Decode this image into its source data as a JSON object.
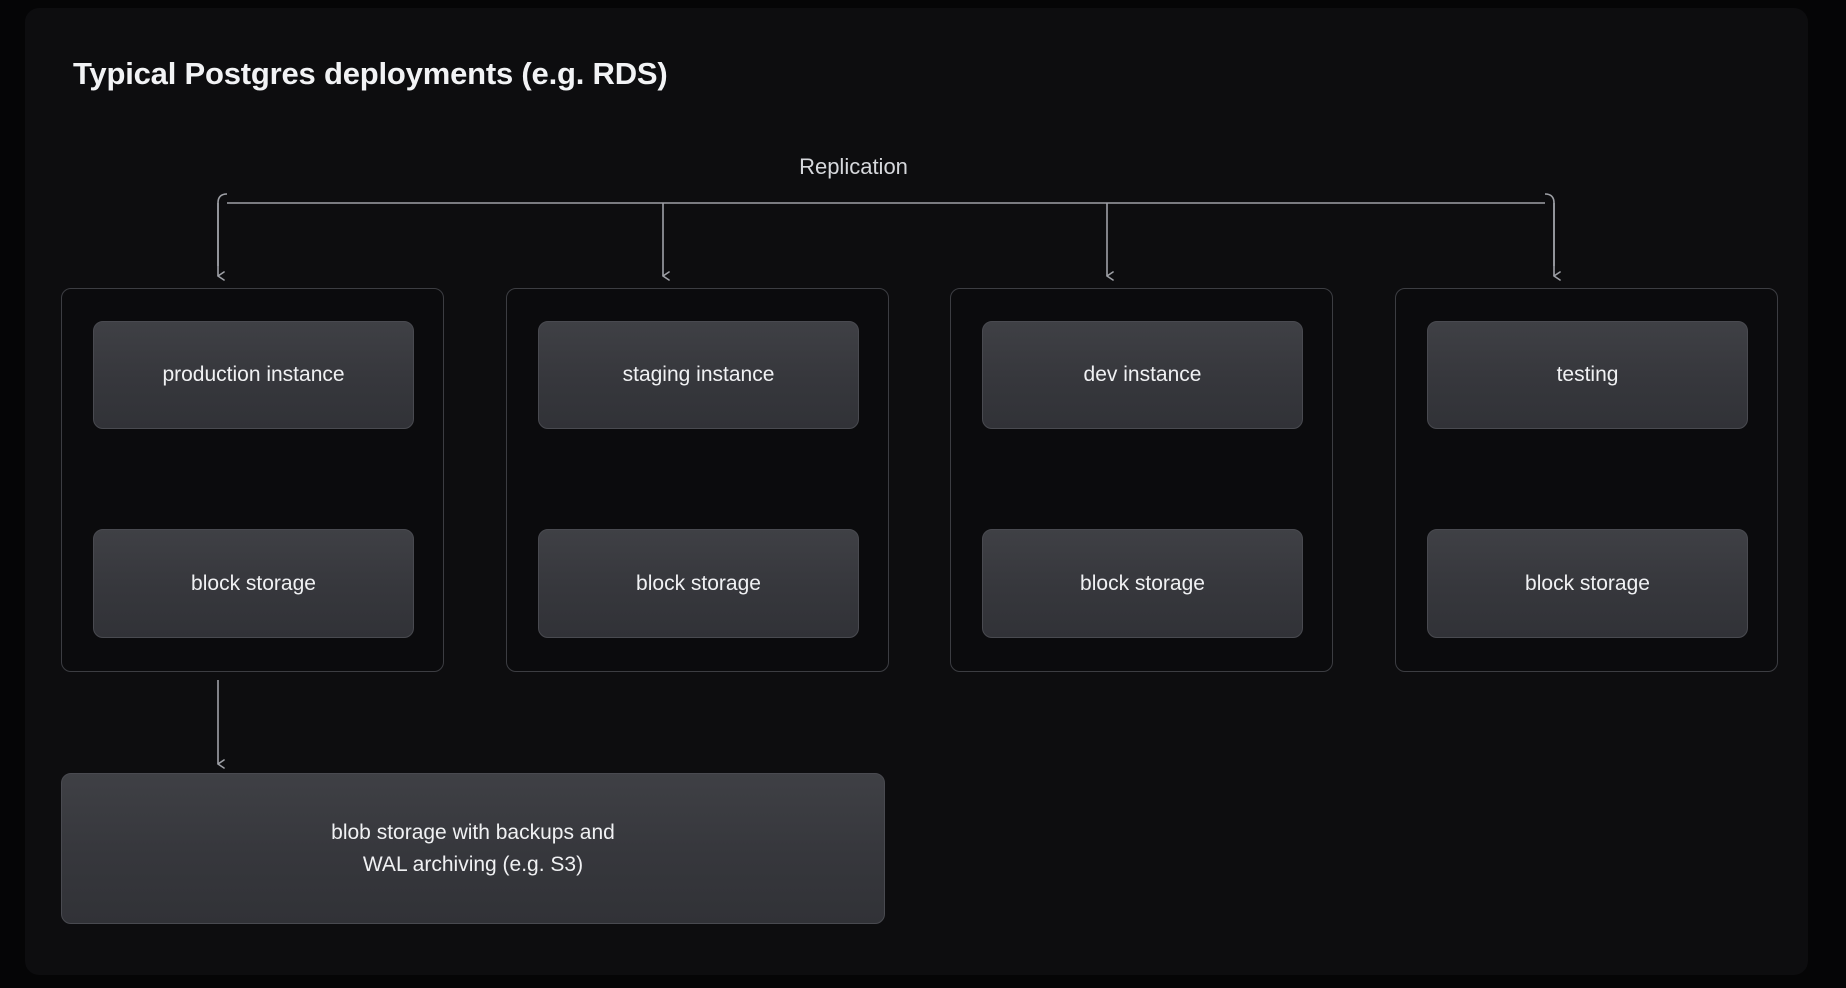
{
  "slide": {
    "title": "Typical Postgres deployments (e.g. RDS)",
    "background_color": "#0d0d0f",
    "outer_color": "#050506"
  },
  "diagram": {
    "replication_label": "Replication",
    "line_color": "#9ea0a6",
    "group_border_color": "#3c3d42",
    "card_fill_color": "#36373c",
    "card_border_color": "#494a50",
    "text_color": "#f0f1f3",
    "environments": [
      {
        "name": "production",
        "instance": "production instance",
        "storage": "block storage"
      },
      {
        "name": "staging",
        "instance": "staging instance",
        "storage": "block storage"
      },
      {
        "name": "dev",
        "instance": "dev instance",
        "storage": "block storage"
      },
      {
        "name": "testing",
        "instance": "testing",
        "storage": "block storage"
      }
    ],
    "blob_storage": {
      "line1": "blob storage with backups and",
      "line2": "WAL archiving (e.g. S3)"
    }
  }
}
